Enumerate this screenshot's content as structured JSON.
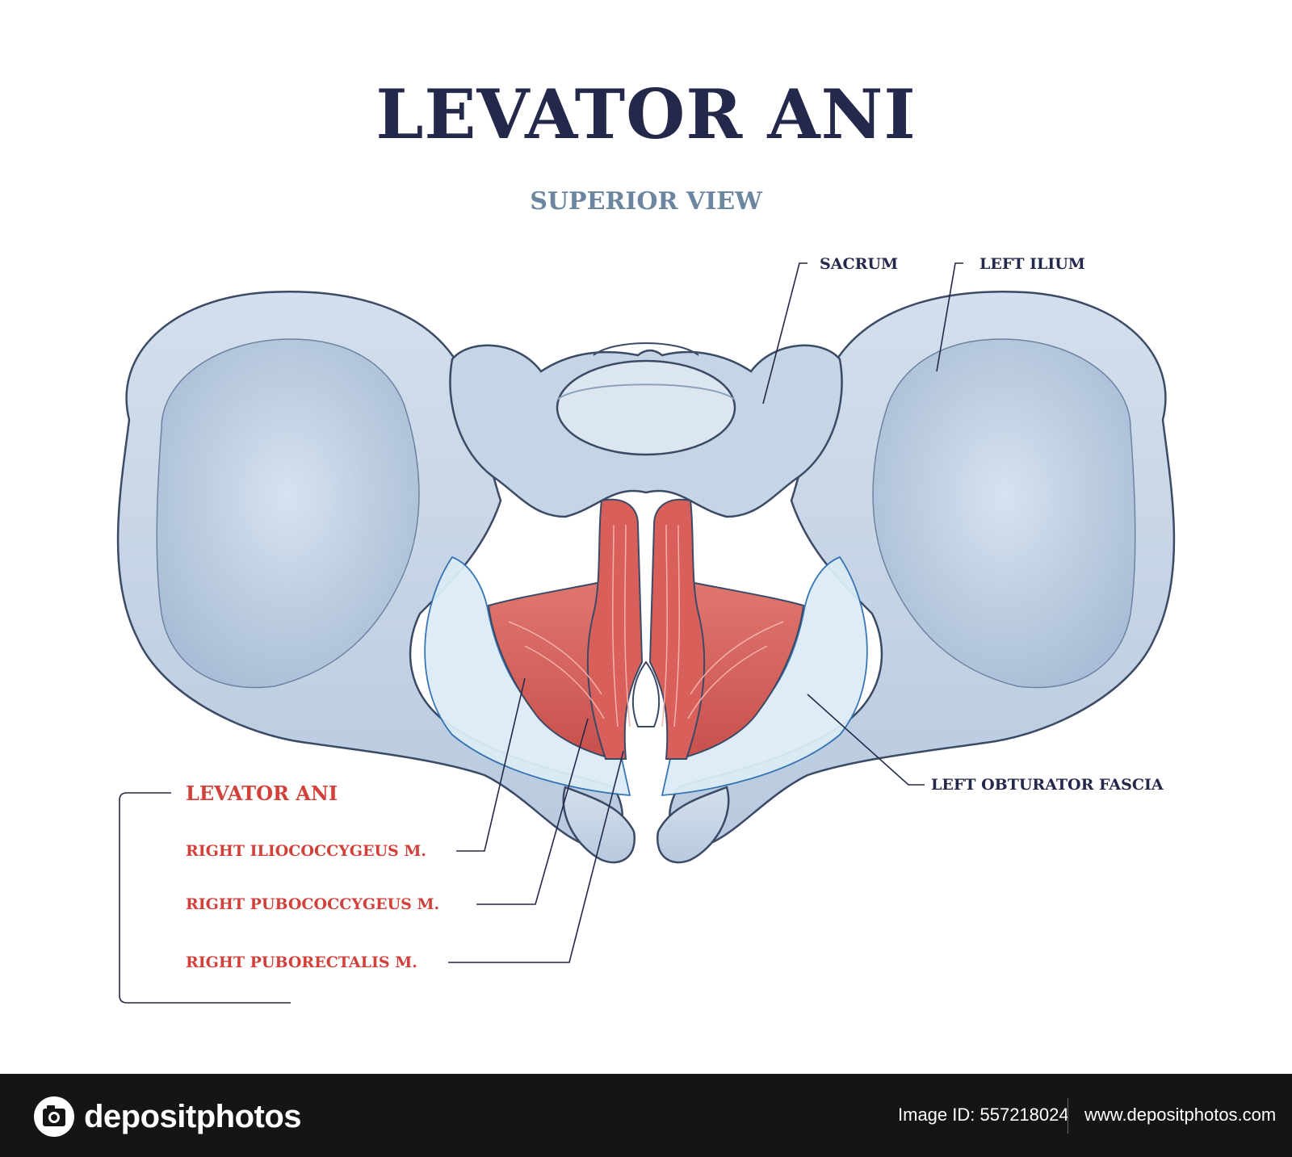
{
  "title": "LEVATOR ANI",
  "subtitle": "SUPERIOR VIEW",
  "labels": {
    "sacrum": "SACRUM",
    "left_ilium": "LEFT ILIUM",
    "left_obturator_fascia": "LEFT OBTURATOR FASCIA",
    "levator_ani": "LEVATOR ANI",
    "right_iliococcygeus": "RIGHT ILIOCOCCYGEUS M.",
    "right_pubococcygeus": "RIGHT PUBOCOCCYGEUS M.",
    "right_puborectalis": "RIGHT PUBORECTALIS M."
  },
  "colors": {
    "bone": "#c8d6e6",
    "bone_outline": "#3b4a66",
    "muscle": "#d86560",
    "fascia": "#d9ecf6",
    "title": "#24284a",
    "accent_red": "#d2403a"
  },
  "footer": {
    "brand": "depositphotos",
    "image_id": "Image ID: 557218024",
    "website": "www.depositphotos.com"
  }
}
